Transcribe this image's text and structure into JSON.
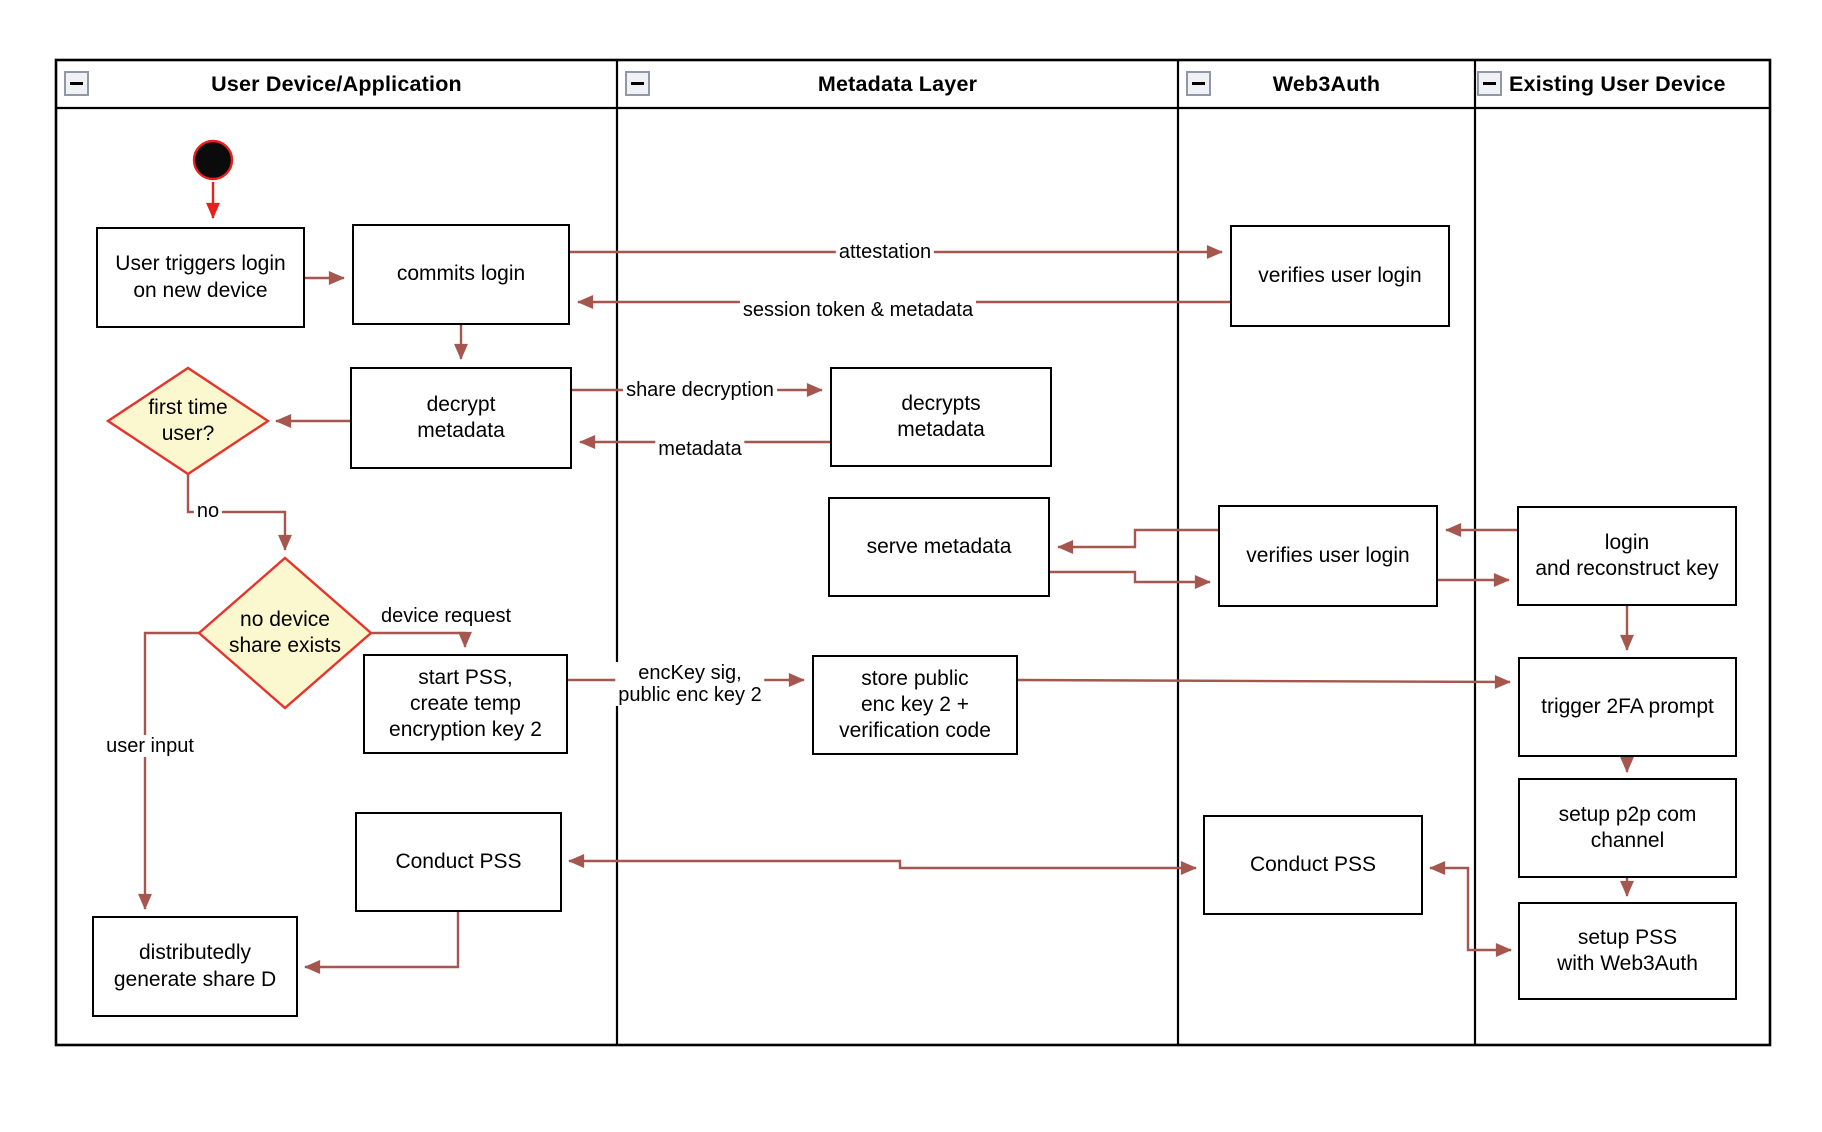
{
  "diagram": {
    "kind": "swimlane-flowchart"
  },
  "colors": {
    "connector": "#A5564E",
    "start_accent": "#E8201B",
    "diamond_fill": "#FBF7CF",
    "diamond_border": "#E6332C",
    "node_border": "#000000",
    "node_fill": "#FFFFFF"
  },
  "lanes": [
    {
      "title": "User Device/Application"
    },
    {
      "title": "Metadata Layer"
    },
    {
      "title": "Web3Auth"
    },
    {
      "title": "Existing User Device"
    }
  ],
  "nodes": {
    "user_triggers_login": {
      "label": "User triggers login\non new device"
    },
    "commits_login": {
      "label": "commits login"
    },
    "decrypt_metadata": {
      "label": "decrypt\nmetadata"
    },
    "first_time_user": {
      "label": "first time\nuser?"
    },
    "no_device_share": {
      "label": "no device\nshare exists"
    },
    "start_pss": {
      "label": "start PSS,\ncreate temp\nencryption key 2"
    },
    "conduct_pss_user": {
      "label": "Conduct PSS"
    },
    "distributedly_generate": {
      "label": "distributedly\ngenerate share D"
    },
    "decrypts_metadata": {
      "label": "decrypts\nmetadata"
    },
    "serve_metadata": {
      "label": "serve metadata"
    },
    "store_public": {
      "label": "store public\nenc key 2 +\nverification code"
    },
    "verifies_user_login_1": {
      "label": "verifies user login"
    },
    "verifies_user_login_2": {
      "label": "verifies user login"
    },
    "conduct_pss_web3auth": {
      "label": "Conduct PSS"
    },
    "login_reconstruct": {
      "label": "login\nand reconstruct key"
    },
    "trigger_2fa": {
      "label": "trigger 2FA prompt"
    },
    "setup_p2p": {
      "label": "setup p2p com\nchannel"
    },
    "setup_pss": {
      "label": "setup PSS\nwith Web3Auth"
    }
  },
  "edge_labels": {
    "attestation": "attestation",
    "session_token": "session token & metadata",
    "share_decryption": "share decryption",
    "metadata": "metadata",
    "no": "no",
    "device_request": "device request",
    "enckey": "encKey sig,\npublic enc key 2",
    "user_input": "user input"
  }
}
